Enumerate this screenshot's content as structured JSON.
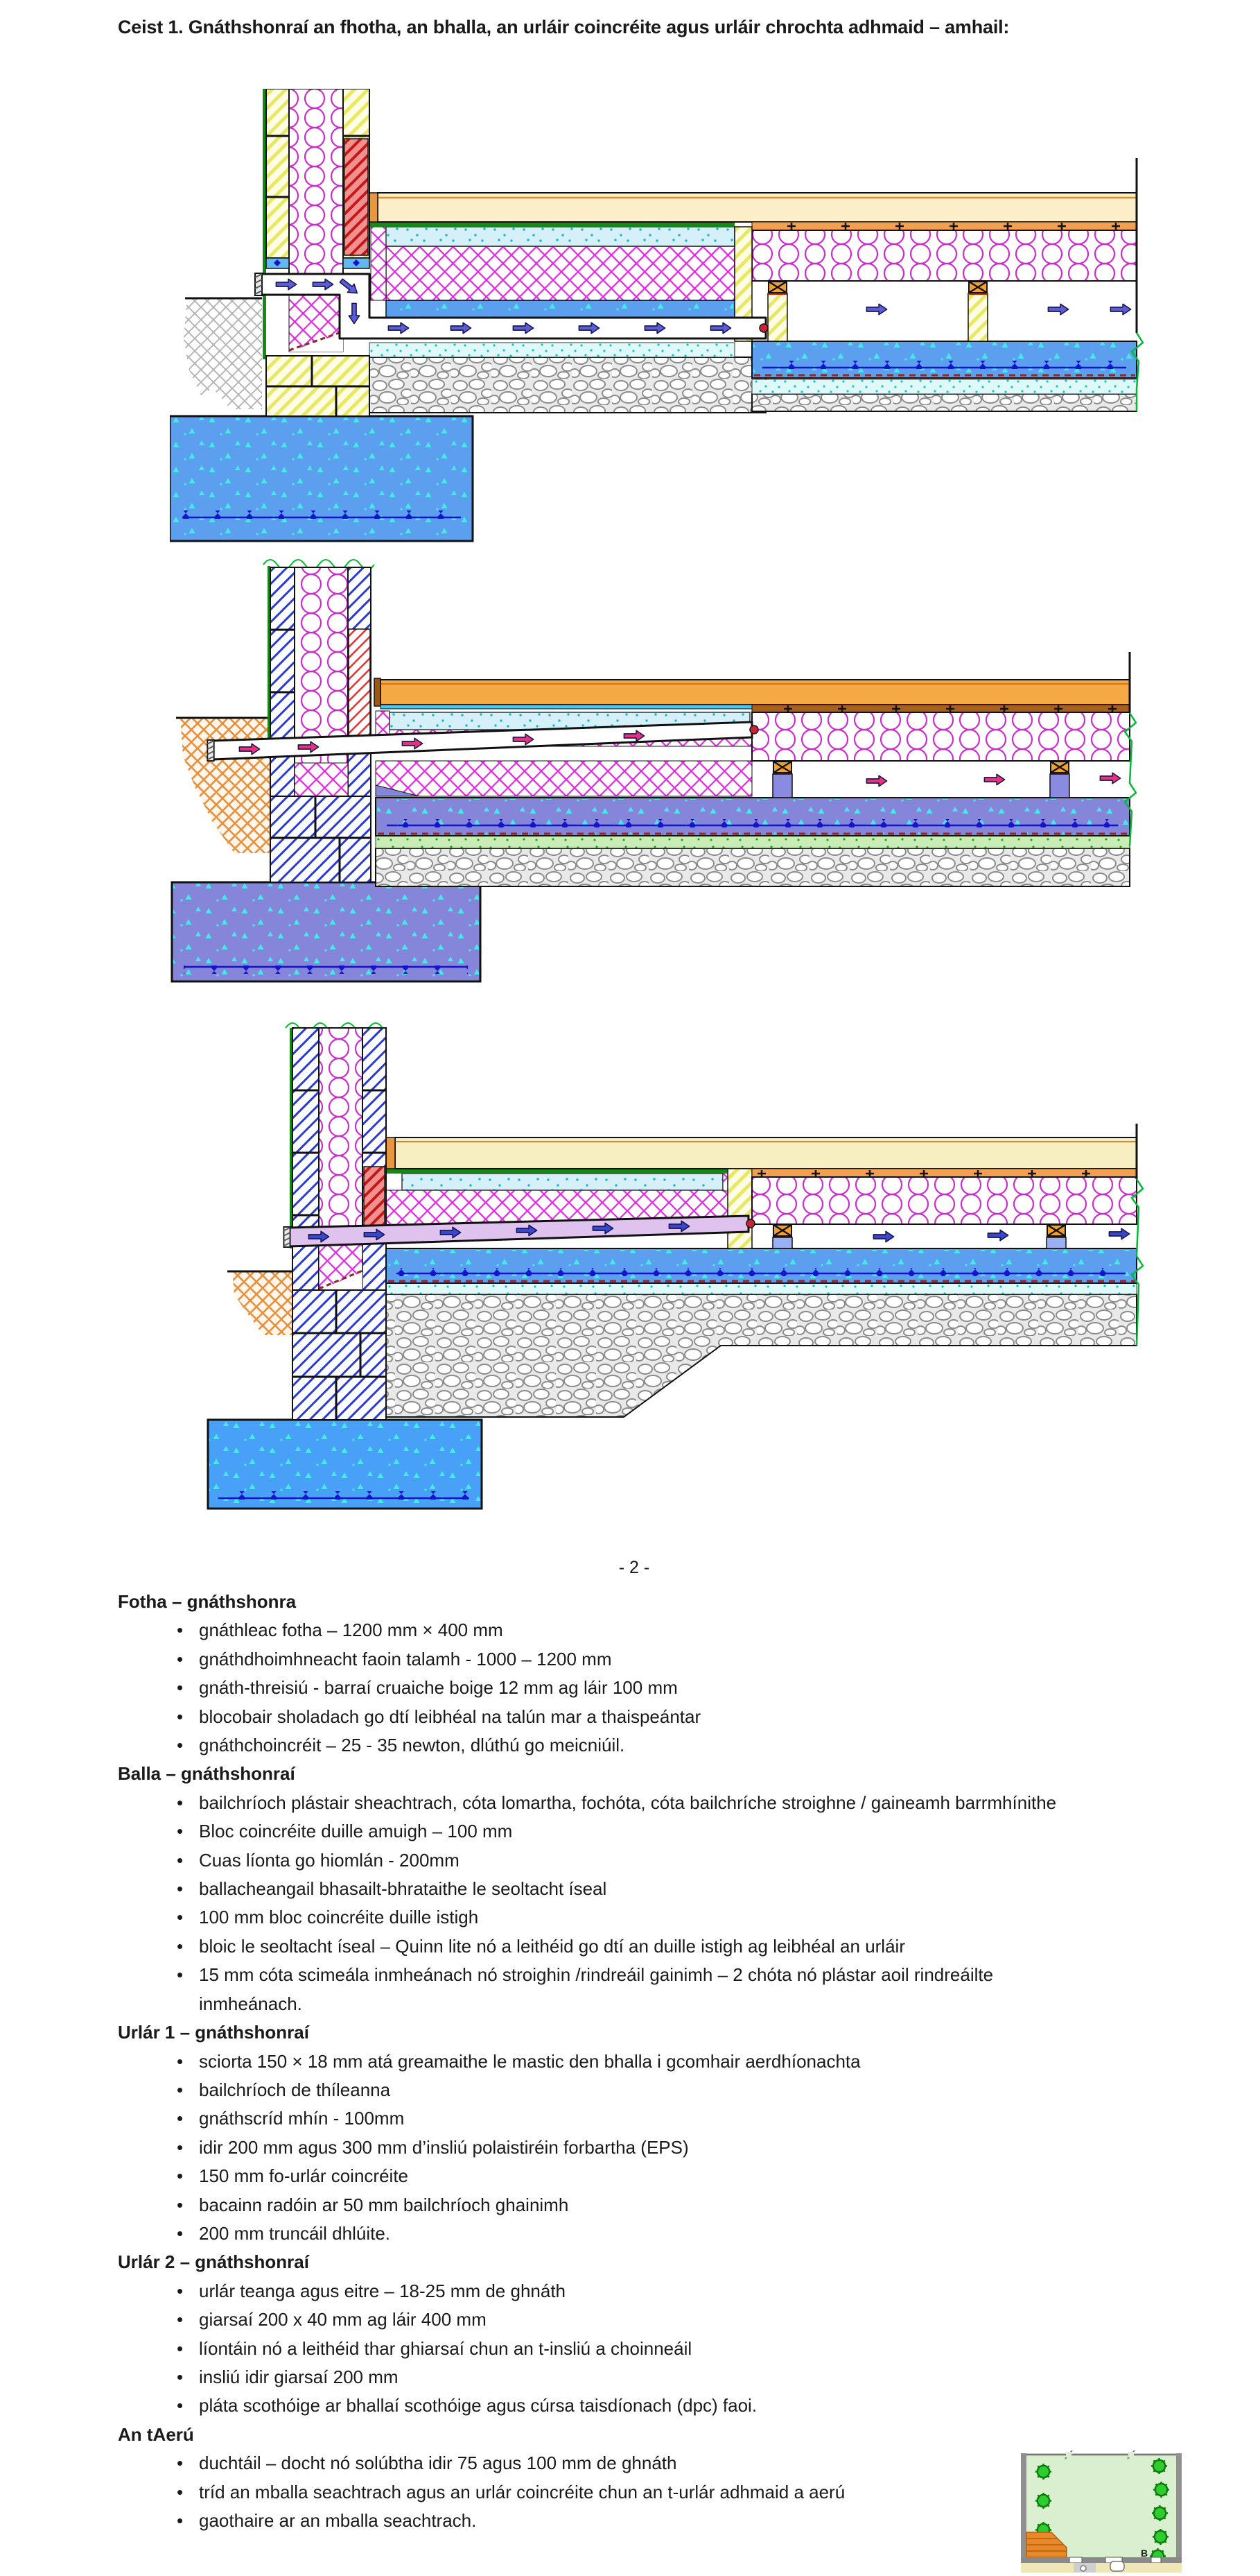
{
  "title": "Ceist 1. Gnáthshonraí an fhotha, an bhalla, an urláir coincréite agus urláir chrochta adhmaid – amhail:",
  "page_number": "- 2 -",
  "sections": [
    {
      "heading": "Fotha – gnáthshonra",
      "bullets": [
        "gnáthleac fotha – 1200 mm × 400 mm",
        "gnáthdhoimhneacht faoin talamh - 1000 – 1200 mm",
        "gnáth-threisiú - barraí cruaiche boige 12 mm ag láir 100 mm",
        "blocobair sholadach go dtí leibhéal na talún mar a thaispeántar",
        "gnáthchoincréit – 25 - 35 newton, dlúthú go meicniúil."
      ]
    },
    {
      "heading": "Balla – gnáthshonraí",
      "bullets": [
        "bailchríoch plástair sheachtrach, cóta lomartha, fochóta, cóta bailchríche stroighne / gaineamh barrmhínithe",
        "Bloc coincréite duille amuigh – 100 mm",
        "Cuas líonta go hiomlán - 200mm",
        "ballacheangail bhasailt-bhrataithe le seoltacht íseal",
        "100 mm bloc coincréite duille istigh",
        "bloic le seoltacht íseal – Quinn lite nó a leithéid go dtí an duille istigh ag leibhéal an urláir",
        "15 mm cóta scimeála inmheánach nó stroighin /rindreáil gainimh – 2 chóta nó plástar aoil rindreáilte inmheánach."
      ]
    },
    {
      "heading": "Urlár 1 – gnáthshonraí",
      "bullets": [
        "sciorta 150 × 18 mm atá greamaithe le mastic den bhalla i gcomhair aerdhíonachta",
        "bailchríoch de thíleanna",
        "gnáthscríd mhín - 100mm",
        "idir 200 mm agus 300 mm d’insliú polaistiréin forbartha (EPS)",
        "150 mm fo-urlár coincréite",
        "bacainn radóin ar 50 mm bailchríoch ghainimh",
        "200 mm truncáil dhlúite."
      ]
    },
    {
      "heading": "Urlár 2 – gnáthshonraí",
      "bullets": [
        "urlár teanga agus eitre – 18-25  mm de ghnáth",
        "giarsaí 200 x 40 mm ag láir 400 mm",
        "líontáin nó a leithéid thar ghiarsaí chun an t-insliú a choinneáil",
        "insliú idir giarsaí 200 mm",
        "pláta scothóige ar bhallaí scothóige agus cúrsa taisdíonach (dpc) faoi."
      ]
    },
    {
      "heading": "An tAerú",
      "bullets": [
        "duchtáil – docht nó solúbtha idir 75 agus 100 mm de ghnáth",
        "tríd an mballa seachtrach agus an urlár coincréite chun an t-urlár adhmaid a aerú",
        "gaothaire ar an mballa seachtrach."
      ]
    }
  ],
  "plan": {
    "label_b": "B"
  },
  "colors": {
    "insulation_magenta": "#cc2ccc",
    "eps_crosshatch": "#e02ae0",
    "concrete_blue": "#5c9fee",
    "concrete_purple": "#8585da",
    "foundation_blue": "#49a1f7",
    "deck_orange": "#f5a843",
    "boards_cream": "#fbeec9",
    "dpc_green": "#178717",
    "arrow_blue": "#5c5cd8",
    "arrow_pink": "#e8327e",
    "soil_orange": "#e8913c",
    "break_green": "#00bb33",
    "rebar_blue": "#1414cc"
  }
}
